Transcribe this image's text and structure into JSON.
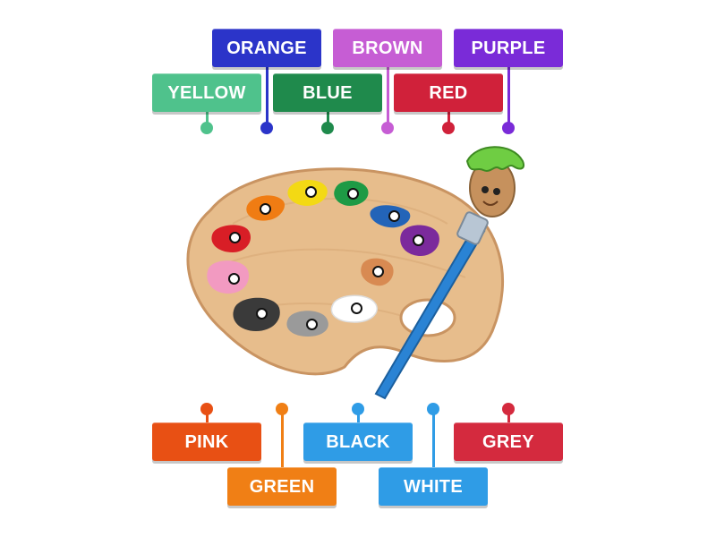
{
  "labels": [
    {
      "id": "orange",
      "text": "ORANGE",
      "color": "#2b34c9"
    },
    {
      "id": "brown",
      "text": "BROWN",
      "color": "#c65dd4"
    },
    {
      "id": "purple",
      "text": "PURPLE",
      "color": "#7a2bd8"
    },
    {
      "id": "yellow",
      "text": "YELLOW",
      "color": "#4fc28c"
    },
    {
      "id": "blue",
      "text": "BLUE",
      "color": "#1f8a4c"
    },
    {
      "id": "red",
      "text": "RED",
      "color": "#d0213a"
    },
    {
      "id": "pink",
      "text": "PINK",
      "color": "#e85014"
    },
    {
      "id": "black",
      "text": "BLACK",
      "color": "#2f9ce6"
    },
    {
      "id": "grey",
      "text": "GREY",
      "color": "#d42a3e"
    },
    {
      "id": "green",
      "text": "GREEN",
      "color": "#f07f15"
    },
    {
      "id": "white",
      "text": "WHITE",
      "color": "#2f9ce6"
    }
  ],
  "palette": {
    "wood": "#e7bd8c",
    "wood_dark": "#c99462",
    "brush_handle": "#2a83d4",
    "brush_tip": "#6fcd43"
  },
  "paints": [
    {
      "id": "orange",
      "color": "#f07c13"
    },
    {
      "id": "yellow",
      "color": "#f3d914"
    },
    {
      "id": "green",
      "color": "#1e9a45"
    },
    {
      "id": "blue",
      "color": "#2364b8"
    },
    {
      "id": "purple",
      "color": "#7b2a9c"
    },
    {
      "id": "red",
      "color": "#d81e26"
    },
    {
      "id": "pink",
      "color": "#f29ac1"
    },
    {
      "id": "brown",
      "color": "#d88a52"
    },
    {
      "id": "white",
      "color": "#ffffff"
    },
    {
      "id": "black",
      "color": "#3a3a3a"
    },
    {
      "id": "grey",
      "color": "#9a9a9a"
    }
  ]
}
